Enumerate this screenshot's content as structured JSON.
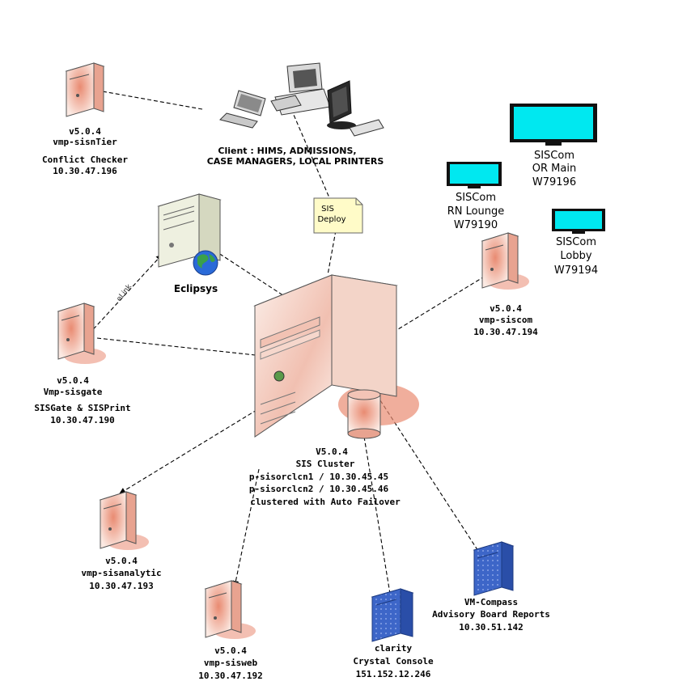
{
  "client": {
    "line1": "Client : HIMS, ADMISSIONS,",
    "line2": "CASE MANAGERS, LOCAL PRINTERS"
  },
  "sis_deploy": {
    "line1": "SIS",
    "line2": "Deploy"
  },
  "elink_label": "eLink",
  "eclipsys": {
    "label": "Eclipsys"
  },
  "cluster": {
    "line1": "V5.0.4",
    "line2": "SIS Cluster",
    "line3": "p-sisorclcn1 / 10.30.45.45",
    "line4": "p-sisorclcn2 / 10.30.45.46",
    "line5": "clustered with Auto Failover"
  },
  "servers": {
    "sisntier": {
      "version": "v5.0.4",
      "name": "vmp-sisnTier",
      "role": "Conflict Checker",
      "ip": "10.30.47.196"
    },
    "sisgate": {
      "version": "v5.0.4",
      "name": "Vmp-sisgate",
      "role": "SISGate & SISPrint",
      "ip": "10.30.47.190"
    },
    "siscom": {
      "version": "v5.0.4",
      "name": "vmp-siscom",
      "ip": "10.30.47.194"
    },
    "sisanalytic": {
      "version": "v5.0.4",
      "name": "vmp-sisanalytic",
      "ip": "10.30.47.193"
    },
    "sisweb": {
      "version": "v5.0.4",
      "name": "vmp-sisweb",
      "ip": "10.30.47.192"
    },
    "clarity": {
      "name": "clarity",
      "role": "Crystal Console",
      "ip": "151.152.12.246"
    },
    "vmcompass": {
      "name": "VM-Compass",
      "role": "Advisory Board Reports",
      "ip": "10.30.51.142"
    }
  },
  "screens": {
    "or_main": {
      "line1": "SISCom",
      "line2": "OR Main",
      "line3": "W79196"
    },
    "rn_lounge": {
      "line1": "SISCom",
      "line2": "RN Lounge",
      "line3": "W79190"
    },
    "lobby": {
      "line1": "SISCom",
      "line2": "Lobby",
      "line3": "W79194"
    }
  },
  "colors": {
    "server_body": "#f4cbbf",
    "server_shadow": "#e8866f",
    "cluster_body": "#f6ddd2",
    "eclipsys_body": "#eef0e0",
    "blue_server": "#3d66c8",
    "monitor_screen": "#00e8f0",
    "note": "#fffbc8"
  }
}
